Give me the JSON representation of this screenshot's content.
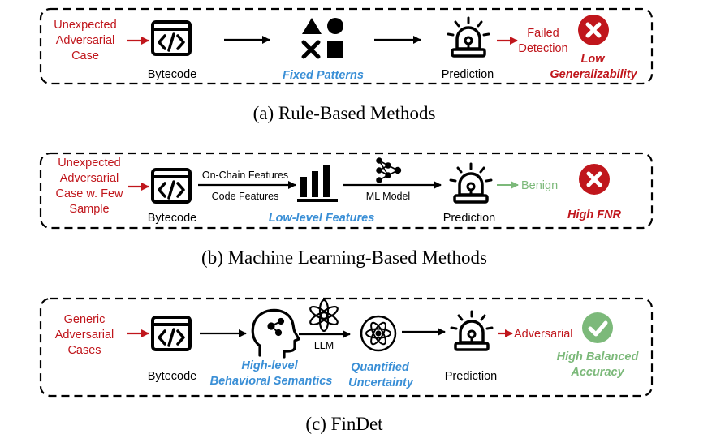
{
  "panel_a": {
    "input_lines": [
      "Unexpected",
      "Adversarial",
      "Case"
    ],
    "bytecode_label": "Bytecode",
    "patterns_label": "Fixed Patterns",
    "prediction_label": "Prediction",
    "result_lines": [
      "Failed",
      "Detection"
    ],
    "verdict_lines": [
      "Low",
      "Generalizability"
    ],
    "caption": "(a) Rule-Based Methods"
  },
  "panel_b": {
    "input_lines": [
      "Unexpected",
      "Adversarial",
      "Case w. Few",
      "Sample"
    ],
    "bytecode_label": "Bytecode",
    "feature_top": "On-Chain Features",
    "feature_bottom": "Code Features",
    "features_label": "Low-level Features",
    "model_label": "ML Model",
    "prediction_label": "Prediction",
    "result_label": "Benign",
    "verdict_label": "High FNR",
    "caption": "(b) Machine Learning-Based Methods"
  },
  "panel_c": {
    "input_lines": [
      "Generic",
      "Adversarial",
      "Cases"
    ],
    "bytecode_label": "Bytecode",
    "semantics_lines": [
      "High-level",
      "Behavioral Semantics"
    ],
    "llm_label": "LLM",
    "uncertainty_lines": [
      "Quantified",
      "Uncertainty"
    ],
    "prediction_label": "Prediction",
    "result_label": "Adversarial",
    "verdict_lines": [
      "High Balanced",
      "Accuracy"
    ],
    "caption": "(c) FinDet"
  },
  "colors": {
    "red": "#c0161c",
    "blue": "#3a8fd6",
    "green": "#7cb97a",
    "black": "#000000"
  },
  "icons": [
    "code-file-icon",
    "shapes-icon",
    "alarm-siren-icon",
    "cross-circle-icon",
    "bar-chart-icon",
    "neural-network-icon",
    "brain-head-icon",
    "openai-icon",
    "atom-icon",
    "check-circle-icon"
  ]
}
